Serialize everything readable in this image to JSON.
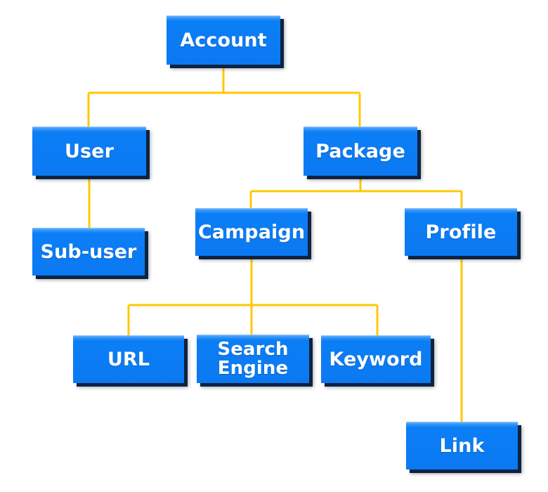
{
  "diagram": {
    "type": "hierarchy-tree",
    "orientation": "top-down",
    "title": "",
    "background_color": "#ffffff",
    "node_fill_color": "#0b7bf4",
    "node_highlight_color": "#63aefb",
    "node_shadow_color": "#0d2340",
    "node_text_color": "#ffffff",
    "connector_color": "#ffc800",
    "connector_width": 3,
    "nodes": [
      {
        "id": "account",
        "label": "Account",
        "level": 0
      },
      {
        "id": "user",
        "label": "User",
        "level": 1
      },
      {
        "id": "package",
        "label": "Package",
        "level": 1
      },
      {
        "id": "subuser",
        "label": "Sub-user",
        "level": 2
      },
      {
        "id": "campaign",
        "label": "Campaign",
        "level": 2
      },
      {
        "id": "profile",
        "label": "Profile",
        "level": 2
      },
      {
        "id": "url",
        "label": "URL",
        "level": 3
      },
      {
        "id": "search",
        "label": "Search\nEngine",
        "level": 3
      },
      {
        "id": "keyword",
        "label": "Keyword",
        "level": 3
      },
      {
        "id": "link",
        "label": "Link",
        "level": 3
      }
    ],
    "edges": [
      {
        "from": "account",
        "to": "user"
      },
      {
        "from": "account",
        "to": "package"
      },
      {
        "from": "user",
        "to": "subuser"
      },
      {
        "from": "package",
        "to": "campaign"
      },
      {
        "from": "package",
        "to": "profile"
      },
      {
        "from": "campaign",
        "to": "url"
      },
      {
        "from": "campaign",
        "to": "search"
      },
      {
        "from": "campaign",
        "to": "keyword"
      },
      {
        "from": "profile",
        "to": "link"
      }
    ]
  }
}
